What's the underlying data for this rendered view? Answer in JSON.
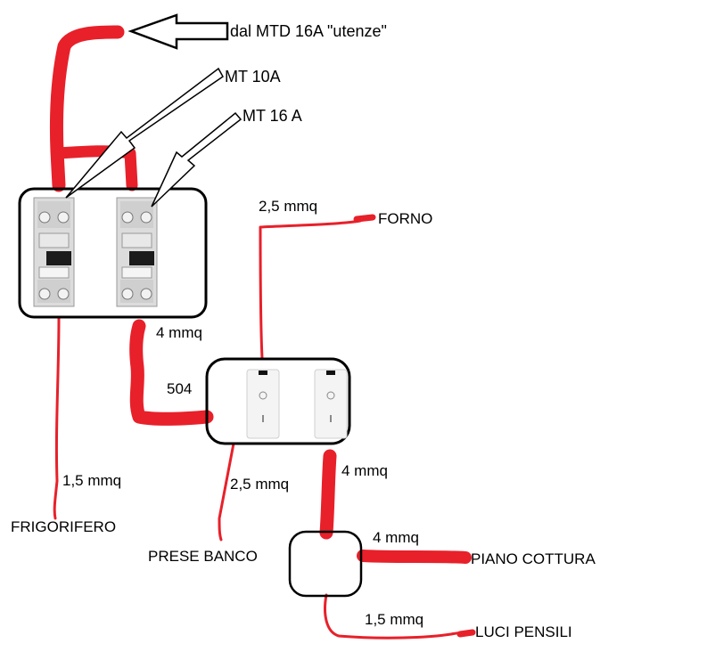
{
  "source_label": "dal MTD 16A \"utenze\"",
  "breakers": {
    "mt10_label": "MT 10A",
    "mt16_label": "MT 16 A"
  },
  "box504_label": "504",
  "cables": {
    "forno_section": "2,5 mmq",
    "feed_504_section": "4 mmq",
    "frigorifero_section": "1,5 mmq",
    "prese_section": "2,5 mmq",
    "junction_feed_section": "4 mmq",
    "piano_section": "4 mmq",
    "luci_section": "1,5 mmq"
  },
  "loads": {
    "forno": "FORNO",
    "frigorifero": "FRIGORIFERO",
    "prese_banco": "PRESE BANCO",
    "piano_cottura": "PIANO COTTURA",
    "luci_pensili": "LUCI PENSILI"
  },
  "colors": {
    "wire": "#e8202a",
    "outline": "#000000",
    "device_gray": "#d9d9d9"
  }
}
